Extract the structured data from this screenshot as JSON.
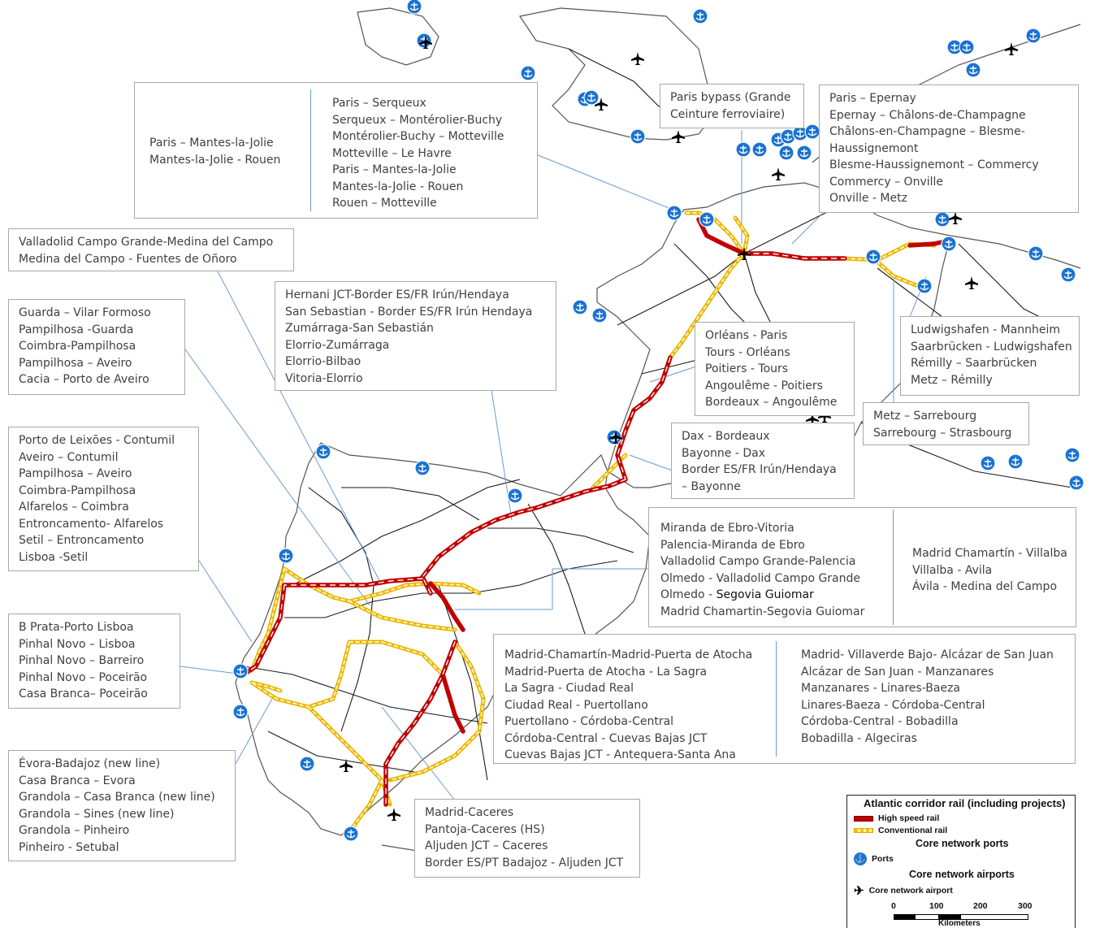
{
  "boxes": {
    "paris_mantes": [
      "Paris – Mantes-la-Jolie",
      "Mantes-la-Jolie - Rouen"
    ],
    "paris_serqueux": [
      "Paris – Serqueux",
      "Serqueux – Montérolier-Buchy",
      "Montérolier-Buchy – Motteville",
      "Motteville – Le Havre",
      "Paris – Mantes-la-Jolie",
      "Mantes-la-Jolie - Rouen",
      "Rouen – Motteville"
    ],
    "paris_bypass": [
      "Paris bypass (Grande",
      "Ceinture ferroviaire)"
    ],
    "paris_epernay": [
      "Paris – Epernay",
      "Epernay – Châlons-de-Champagne",
      "Châlons-en-Champagne – Blesme-",
      "Haussignemont",
      "Blesme-Haussignemont – Commercy",
      "Commercy – Onville",
      "Onville - Metz"
    ],
    "valladolid_medina": [
      "Valladolid Campo Grande-Medina del Campo",
      "Medina del Campo - Fuentes de Oñoro"
    ],
    "guarda": [
      "Guarda – Vilar Formoso",
      "Pampilhosa -Guarda",
      "Coimbra-Pampilhosa",
      "Pampilhosa – Aveiro",
      "Cacia – Porto de Aveiro"
    ],
    "hernani": [
      "Hernani JCT-Border ES/FR Irún/Hendaya",
      "San Sebastian - Border ES/FR Irún Hendaya",
      "Zumárraga-San Sebastián",
      "Elorrio-Zumárraga",
      "Elorrio-Bilbao",
      "Vitoria-Elorrio"
    ],
    "orleans": [
      "Orléans - Paris",
      "Tours - Orléans",
      "Poitiers - Tours",
      "Angoulême - Poitiers",
      "Bordeaux – Angoulême"
    ],
    "ludwigshafen": [
      "Ludwigshafen - Mannheim",
      "Saarbrücken - Ludwigshafen",
      "Rémilly – Saarbrücken",
      "Metz – Rémilly"
    ],
    "metz_sarrebourg": [
      "Metz – Sarrebourg",
      "Sarrebourg – Strasbourg"
    ],
    "leixoes": [
      "Porto de Leixões - Contumil",
      "Aveiro – Contumil",
      "Pampilhosa – Aveiro",
      "Coimbra-Pampilhosa",
      "Alfarelos – Coimbra",
      "Entroncamento- Alfarelos",
      "Setil – Entroncamento",
      "Lisboa  -Setil"
    ],
    "dax": [
      "Dax - Bordeaux",
      "Bayonne - Dax",
      "Border ES/FR Irún/Hendaya",
      "– Bayonne"
    ],
    "miranda": [
      "Miranda de Ebro-Vitoria",
      "Palencia-Miranda de Ebro",
      "Valladolid Campo Grande-Palencia",
      "Olmedo - Valladolid Campo Grande",
      "Olmedo - ",
      "Madrid Chamartin-Segovia Guiomar"
    ],
    "miranda_dark": "Segovia Guiomar",
    "chamartin_villalba": [
      "Madrid Chamartín  - Villalba",
      "Villalba - Avila",
      "Ávila - Medina del Campo"
    ],
    "bprata": [
      "B Prata-Porto Lisboa",
      "Pinhal Novo – Lisboa",
      "Pinhal Novo – Barreiro",
      "Pinhal Novo – Poceirão",
      "Casa Branca– Poceirão"
    ],
    "atocha": [
      "Madrid-Chamartín-Madrid-Puerta  de Atocha",
      "Madrid-Puerta de Atocha - La Sagra",
      "La Sagra  - Ciudad Real",
      "Ciudad Real  - Puertollano",
      "Puertollano  - Córdoba-Central",
      "Córdoba-Central  - Cuevas Bajas JCT",
      "Cuevas Bajas JCT - Antequera-Santa Ana"
    ],
    "villaverde": [
      "Madrid- Villaverde Bajo- Alcázar de San Juan",
      "Alcázar de San Juan - Manzanares",
      "Manzanares - Linares-Baeza",
      "Linares-Baeza - Córdoba-Central",
      "Córdoba-Central  - Bobadilla",
      "Bobadilla - Algeciras"
    ],
    "evora": [
      "Évora-Badajoz  (new line)",
      "Casa Branca  – Evora",
      "Grandola – Casa Branca  (new line)",
      "Grandola – Sines (new line)",
      "Grandola – Pinheiro",
      "Pinheiro - Setubal"
    ],
    "caceres": [
      "Madrid-Caceres",
      "Pantoja-Caceres (HS)",
      "Aljuden JCT – Caceres",
      "Border ES/PT Badajoz  - Aljuden JCT"
    ]
  },
  "legend": {
    "title": "Atlantic corridor rail (including projects)",
    "high_speed": "High speed rail",
    "conventional": "Conventional rail",
    "ports_heading": "Core network ports",
    "ports": "Ports",
    "airports_heading": "Core network airports",
    "airport": "Core network airport",
    "scale_ticks": [
      "0",
      "100",
      "200",
      "300"
    ],
    "scale_unit": "Kilometers"
  },
  "colors": {
    "high_speed": "#c00000",
    "conventional": "#f5c400",
    "port": "#1a73d1",
    "airport": "#000000",
    "network": "#1a1a1a",
    "connector": "#6a9bd1"
  },
  "icons": {
    "port": "anchor-icon",
    "airport": "airplane-icon"
  }
}
